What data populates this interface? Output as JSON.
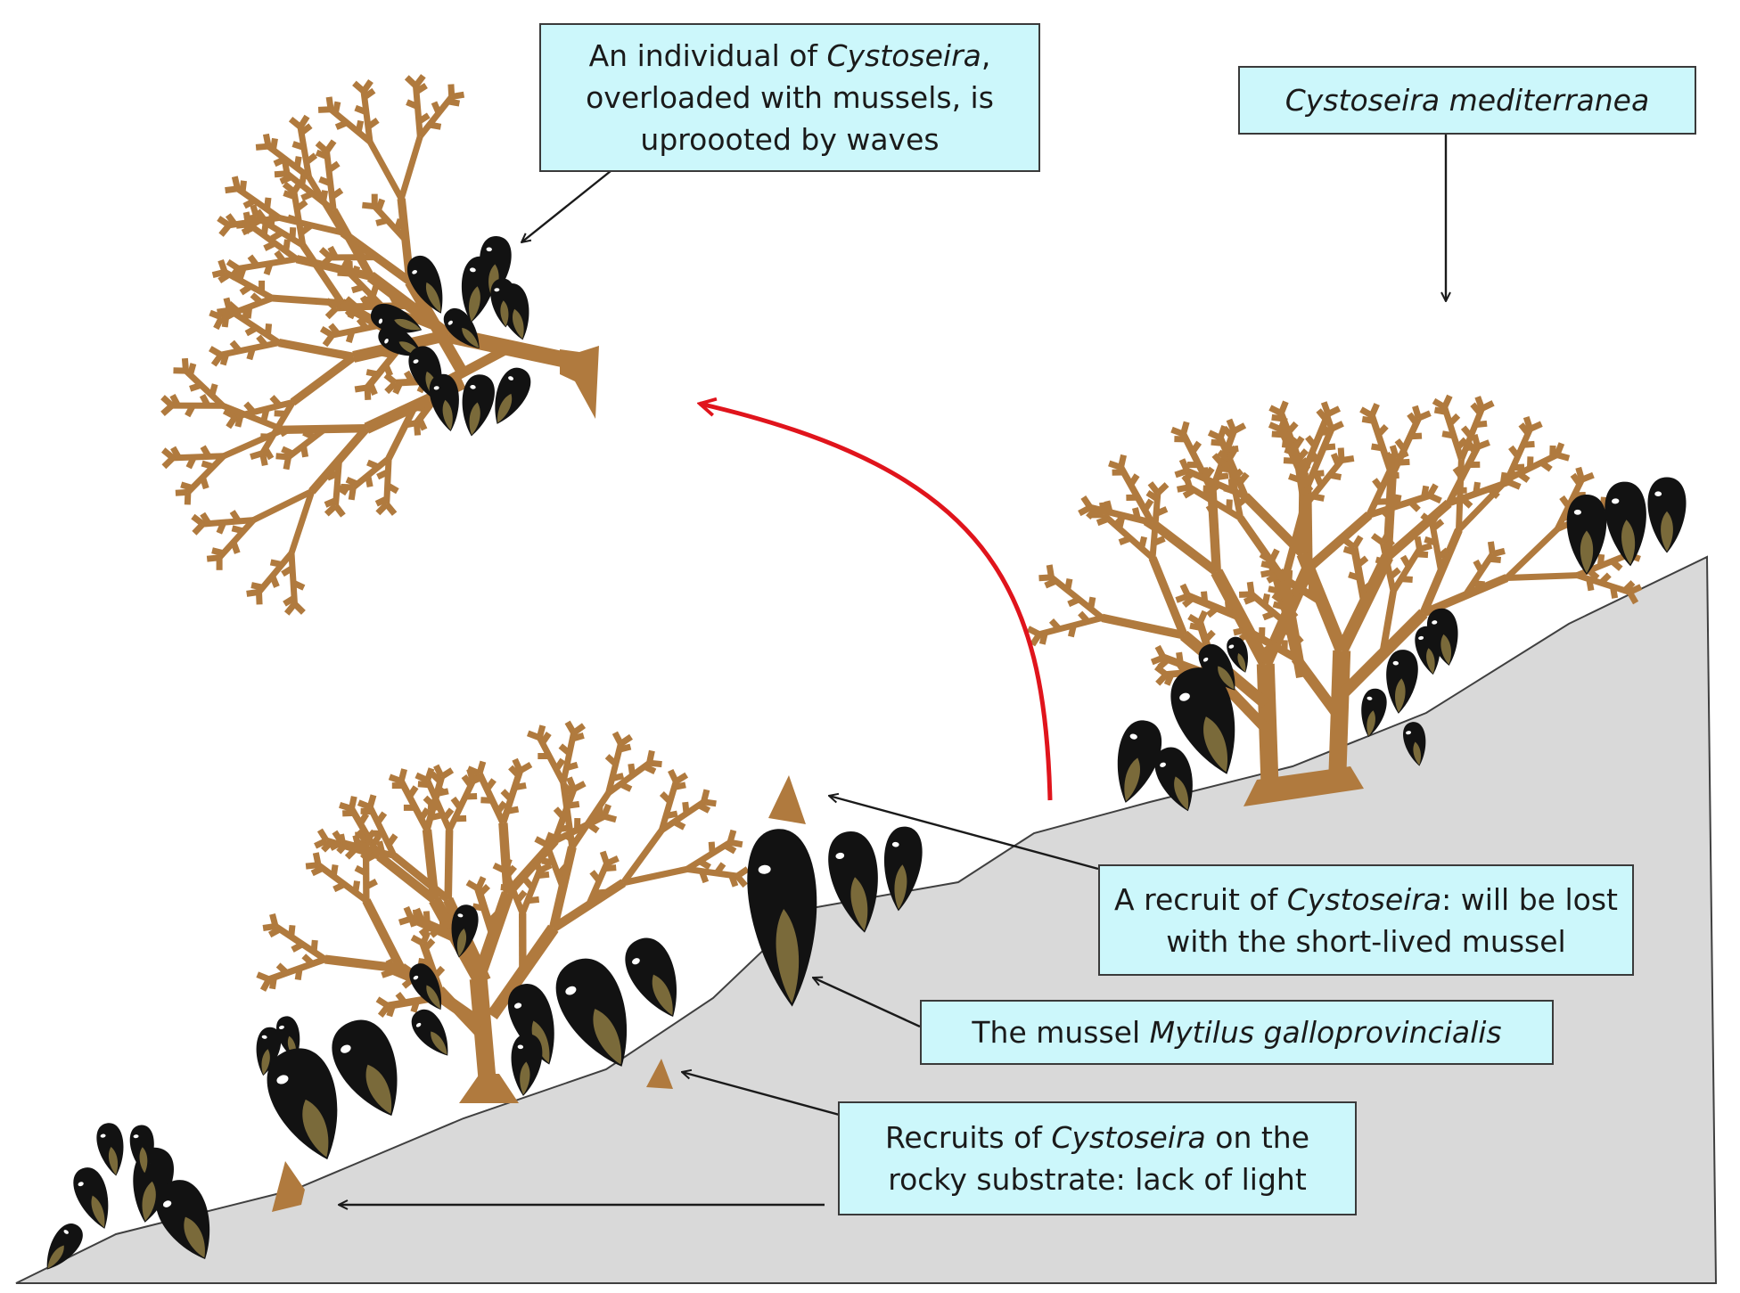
{
  "colors": {
    "background": "#ffffff",
    "rock": "#d9d9d9",
    "rock_outline": "#404040",
    "alga": "#b07a3e",
    "mussel": "#121212",
    "mussel_band": "#7a6a3a",
    "label_fill": "#ccf7fb",
    "label_border": "#3a3a3a",
    "arrow": "#1a1a1a",
    "wave_arrow": "#e0141c"
  },
  "labels": {
    "uprooted": {
      "line1": "An individual of ",
      "line1_italic": "Cystoseira",
      "line1_end": ",",
      "line2": "overloaded with mussels, is",
      "line3": "uproooted  by waves"
    },
    "mediterranea": {
      "italic": "Cystoseira mediterranea"
    },
    "recruit_mussel": {
      "line1": "A recruit of ",
      "line1_italic": "Cystoseira",
      "line1_end": ":  will be lost",
      "line2": "with the short-lived mussel"
    },
    "mussel_species": {
      "text": "The mussel ",
      "italic": "Mytilus galloprovincialis"
    },
    "recruits_rock": {
      "line1": "Recruits of ",
      "line1_italic": "Cystoseira",
      "line1_end": " on the",
      "line2": "rocky substrate: lack of light"
    }
  }
}
